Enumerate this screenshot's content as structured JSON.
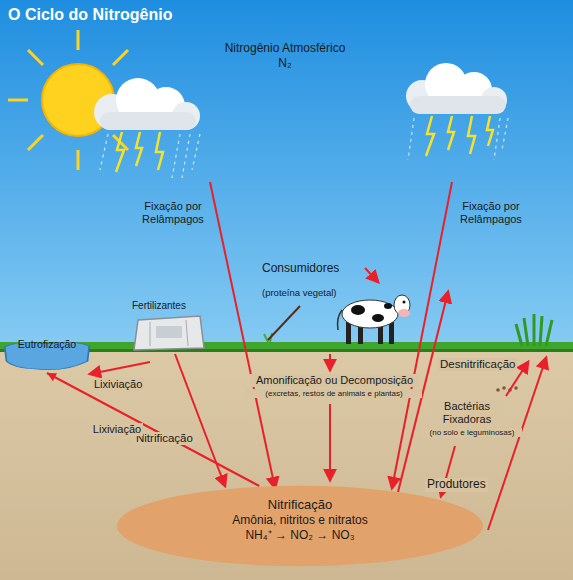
{
  "diagram": {
    "title": "O Ciclo do Nitrogênio",
    "nodes": [
      {
        "text": [
          "Eutrofização"
        ]
      },
      {
        "text": [
          "Nitrificação",
          "Amônia, nitritos e nitratos",
          "NH₄⁺ → NO₂ → NO₃"
        ]
      }
    ],
    "edges": [
      {
        "from": 1,
        "to": 0,
        "arrow": "to",
        "label": "Lixiviação"
      }
    ],
    "labels": [
      "Nitrogênio Atmosférico",
      "N₂",
      "Fixação por Relâmpagos",
      "Fixação por Relâmpagos",
      "Consumidores",
      "(proteína vegetal)",
      "Fertilizantes",
      "Lixiviação",
      "Nitrificação",
      "Amonificação ou Decomposição",
      "(excretas, restos de animais e plantas)",
      "Desnitrificação",
      "Bactérias Fixadoras",
      "(no solo e leguminosas)",
      "Produtores"
    ]
  }
}
